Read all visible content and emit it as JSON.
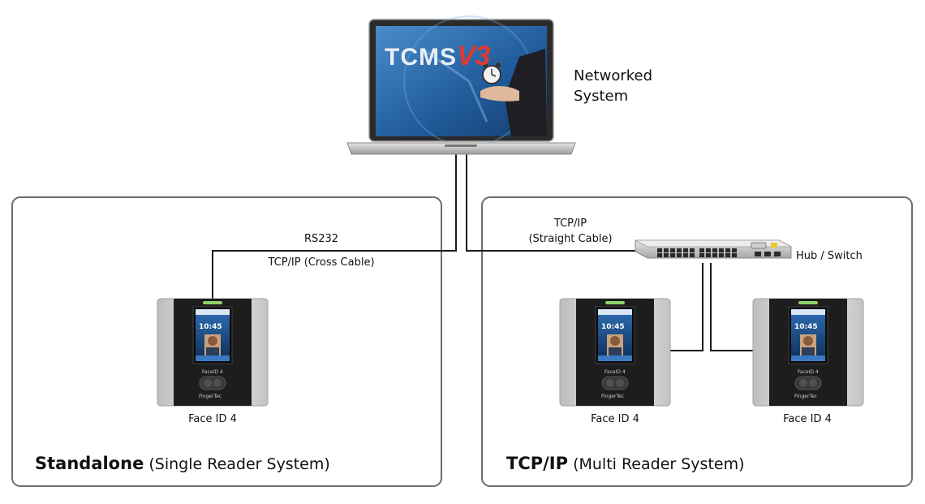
{
  "laptop": {
    "logo_main": "TCMS",
    "logo_version": "V3",
    "caption_line1": "Networked",
    "caption_line2": "System"
  },
  "standalone": {
    "title_bold": "Standalone",
    "title_rest": "(Single Reader System)",
    "link_label_1": "RS232",
    "link_label_2": "TCP/IP (Cross Cable)",
    "device_label": "Face ID 4"
  },
  "network": {
    "title_bold": "TCP/IP",
    "title_rest": "(Multi Reader System)",
    "link_label_1": "TCP/IP",
    "link_label_2": "(Straight Cable)",
    "switch_label": "Hub / Switch",
    "device_labels": [
      "Face ID 4",
      "Face ID 4"
    ]
  },
  "device_screen": {
    "time": "10:45",
    "brand": "FingerTec"
  },
  "colors": {
    "panel_border": "#6d6d6d",
    "cable": "#1a1a1a",
    "screen_blue": "#2a6db0",
    "device_dark": "#1c1c1c",
    "device_silver": "#d9d9d9"
  }
}
